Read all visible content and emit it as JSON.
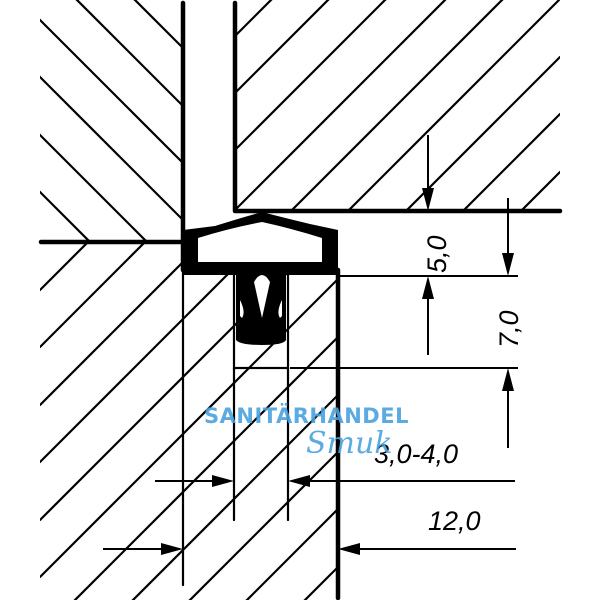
{
  "drawing": {
    "type": "technical-section-drawing",
    "subject": "T-profile seal inserted in groove (cross section)",
    "line_color": "#000000",
    "background": "#ffffff"
  },
  "dimensions": {
    "gap_depth": "5,0",
    "groove_depth": "7,0",
    "groove_width": "3,0-4,0",
    "total_width": "12,0"
  },
  "watermark": {
    "line1": "SANITÄRHANDEL",
    "line2": "Smuk",
    "color": "#4aa3df"
  }
}
